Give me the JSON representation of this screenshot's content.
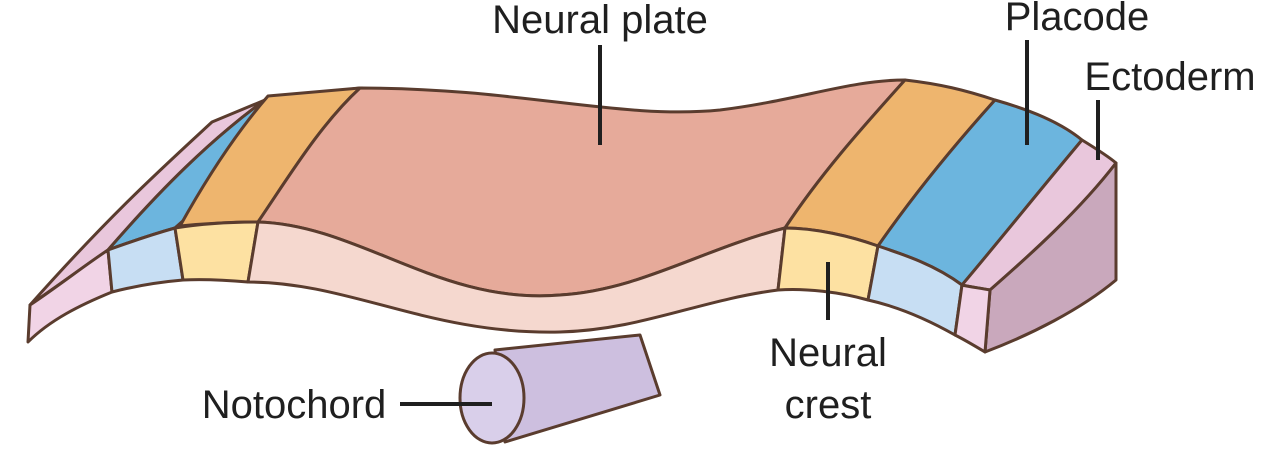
{
  "labels": {
    "neural_plate": "Neural plate",
    "placode": "Placode",
    "ectoderm": "Ectoderm",
    "neural_crest_line1": "Neural",
    "neural_crest_line2": "crest",
    "notochord": "Notochord"
  },
  "colors": {
    "ectoderm": "#e9c7dc",
    "placode": "#6cb5de",
    "neural_crest": "#eeb56e",
    "neural_plate": "#e6aa9a",
    "front_face": "#f5d8cf",
    "front_placode": "#c7def3",
    "front_crest": "#fde1a2",
    "front_ectoderm": "#f1d4e6",
    "right_side": "#c9a8bc",
    "notochord": "#d6cde8",
    "outline": "#5a3c2e"
  }
}
